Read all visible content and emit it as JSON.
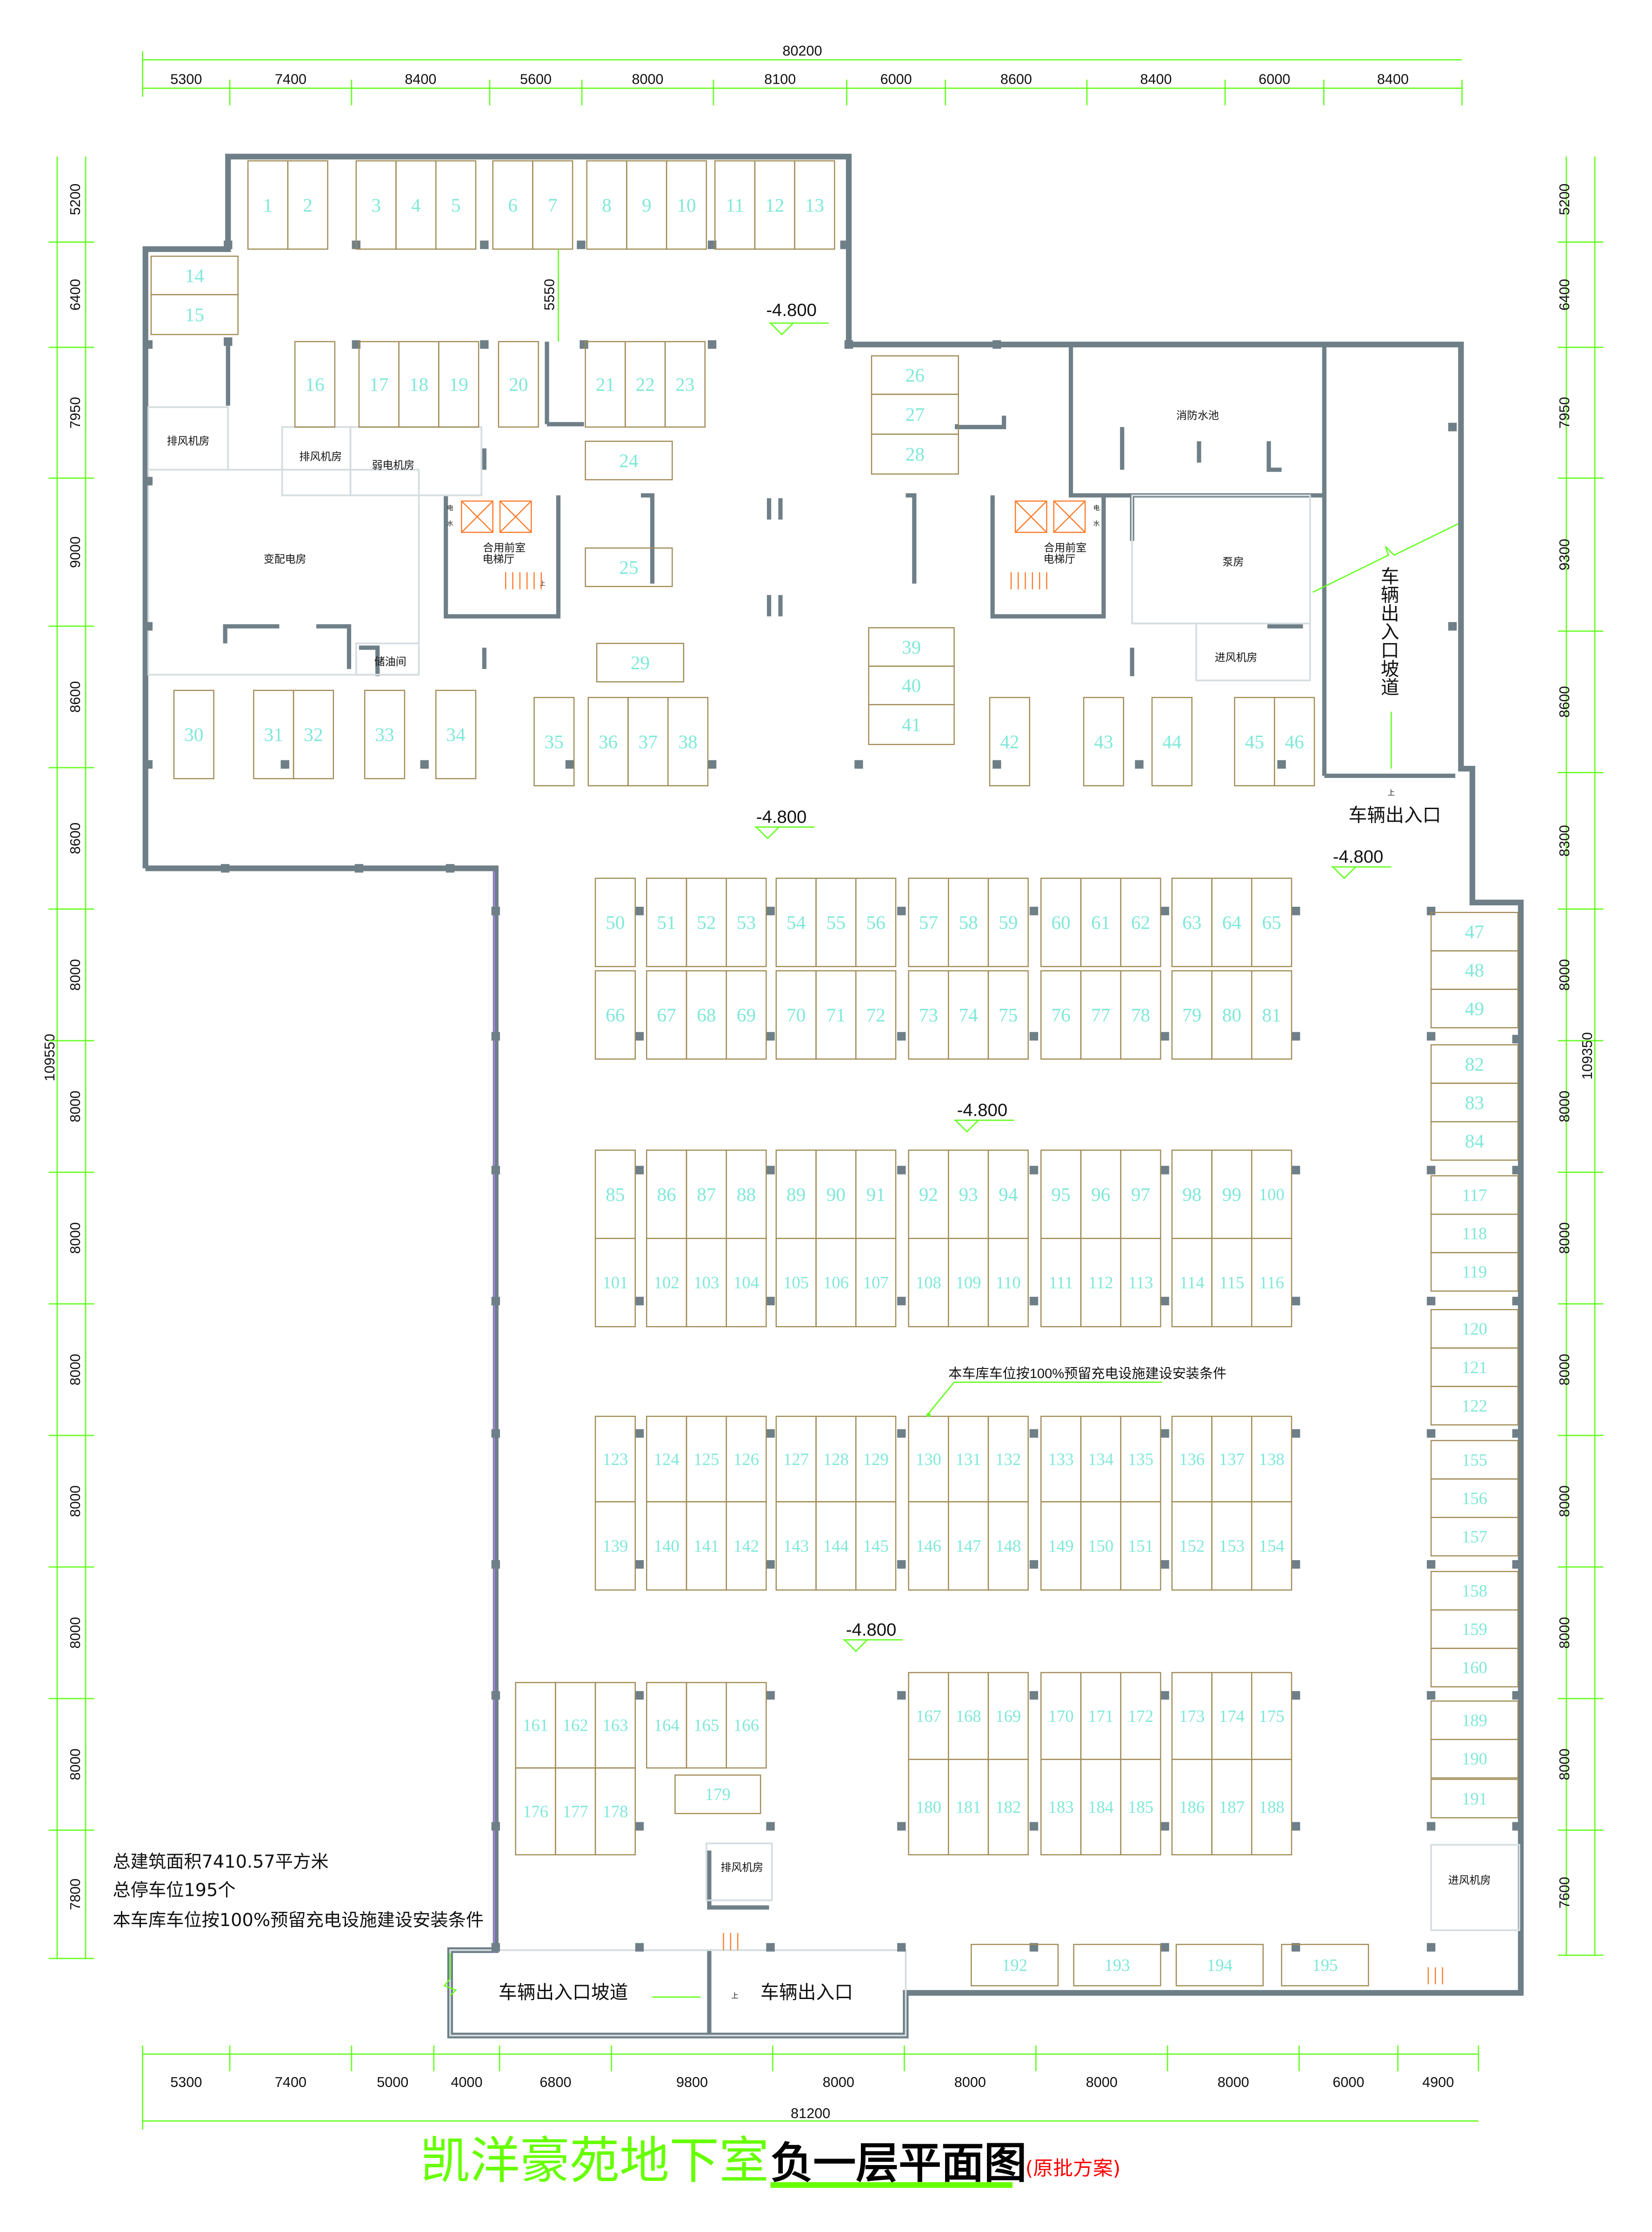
{
  "title": {
    "project": "凯洋豪苑地下室",
    "drawing": "负一层平面图",
    "note": "(原批方案)"
  },
  "colors": {
    "wall": "#6f7f87",
    "space_outline": "#a08a55",
    "space_number": "#7fe8d8",
    "dimension": "#66ff22",
    "title_project": "#66ff00",
    "title_note": "#ff0000",
    "elevator": "#ff7a2a"
  },
  "dimensions": {
    "top_total": "80200",
    "top": [
      "5300",
      "7400",
      "8400",
      "5600",
      "8000",
      "8100",
      "6000",
      "8600",
      "8400",
      "6000",
      "8400"
    ],
    "bottom_total": "81200",
    "bottom": [
      "5300",
      "7400",
      "5000",
      "4000",
      "6800",
      "9800",
      "8000",
      "8000",
      "8000",
      "8000",
      "6000",
      "4900"
    ],
    "left_total": "109550",
    "left": [
      "5200",
      "6400",
      "7950",
      "9000",
      "8600",
      "8600",
      "8000",
      "8000",
      "8000",
      "8000",
      "8000",
      "8000",
      "8000",
      "7800"
    ],
    "right_total": "109350",
    "right": [
      "5200",
      "6400",
      "7950",
      "9300",
      "8600",
      "8300",
      "8000",
      "8000",
      "8000",
      "8000",
      "8000",
      "8000",
      "8000",
      "7600"
    ],
    "inner_vertical": "5550"
  },
  "elevations": [
    "-4.800",
    "-4.800",
    "-4.800",
    "-4.800",
    "-4.800"
  ],
  "rooms": {
    "exhaust_room_1": "排风机房",
    "exhaust_room_2": "排风机房",
    "weak_current_room": "弱电机房",
    "substation": "变配电房",
    "oil_storage": "储油间",
    "lobby_left": "合用前室",
    "lobby_left_2": "电梯厅",
    "lobby_right": "合用前室",
    "lobby_right_2": "电梯厅",
    "elec_left": "电",
    "water_left": "水",
    "elec_right": "电",
    "water_right": "水",
    "fire_pool": "消防水池",
    "pump_room": "泵房",
    "intake_room_1": "进风机房",
    "exhaust_room_3": "排风机房",
    "intake_room_2": "进风机房",
    "stair_up": "上"
  },
  "ramps": {
    "right_ramp": "车辆出入口坡道",
    "right_exit": "车辆出入口",
    "right_up": "上",
    "bottom_ramp": "车辆出入口坡道",
    "bottom_exit": "车辆出入口",
    "bottom_up": "上"
  },
  "callout": "本车库车位按100%预留充电设施建设安装条件",
  "notes": [
    "总建筑面积7410.57平方米",
    "总停车位195个",
    "本车库车位按100%预留充电设施建设安装条件"
  ],
  "parking": {
    "total": 195,
    "spaces": [
      1,
      2,
      3,
      4,
      5,
      6,
      7,
      8,
      9,
      10,
      11,
      12,
      13,
      14,
      15,
      16,
      17,
      18,
      19,
      20,
      21,
      22,
      23,
      24,
      25,
      26,
      27,
      28,
      29,
      30,
      31,
      32,
      33,
      34,
      35,
      36,
      37,
      38,
      39,
      40,
      41,
      42,
      43,
      44,
      45,
      46,
      47,
      48,
      49,
      50,
      51,
      52,
      53,
      54,
      55,
      56,
      57,
      58,
      59,
      60,
      61,
      62,
      63,
      64,
      65,
      66,
      67,
      68,
      69,
      70,
      71,
      72,
      73,
      74,
      75,
      76,
      77,
      78,
      79,
      80,
      81,
      82,
      83,
      84,
      85,
      86,
      87,
      88,
      89,
      90,
      91,
      92,
      93,
      94,
      95,
      96,
      97,
      98,
      99,
      100,
      101,
      102,
      103,
      104,
      105,
      106,
      107,
      108,
      109,
      110,
      111,
      112,
      113,
      114,
      115,
      116,
      117,
      118,
      119,
      120,
      121,
      122,
      123,
      124,
      125,
      126,
      127,
      128,
      129,
      130,
      131,
      132,
      133,
      134,
      135,
      136,
      137,
      138,
      139,
      140,
      141,
      142,
      143,
      144,
      145,
      146,
      147,
      148,
      149,
      150,
      151,
      152,
      153,
      154,
      155,
      156,
      157,
      158,
      159,
      160,
      161,
      162,
      163,
      164,
      165,
      166,
      167,
      168,
      169,
      170,
      171,
      172,
      173,
      174,
      175,
      176,
      177,
      178,
      179,
      180,
      181,
      182,
      183,
      184,
      185,
      186,
      187,
      188,
      189,
      190,
      191,
      192,
      193,
      194,
      195
    ]
  }
}
